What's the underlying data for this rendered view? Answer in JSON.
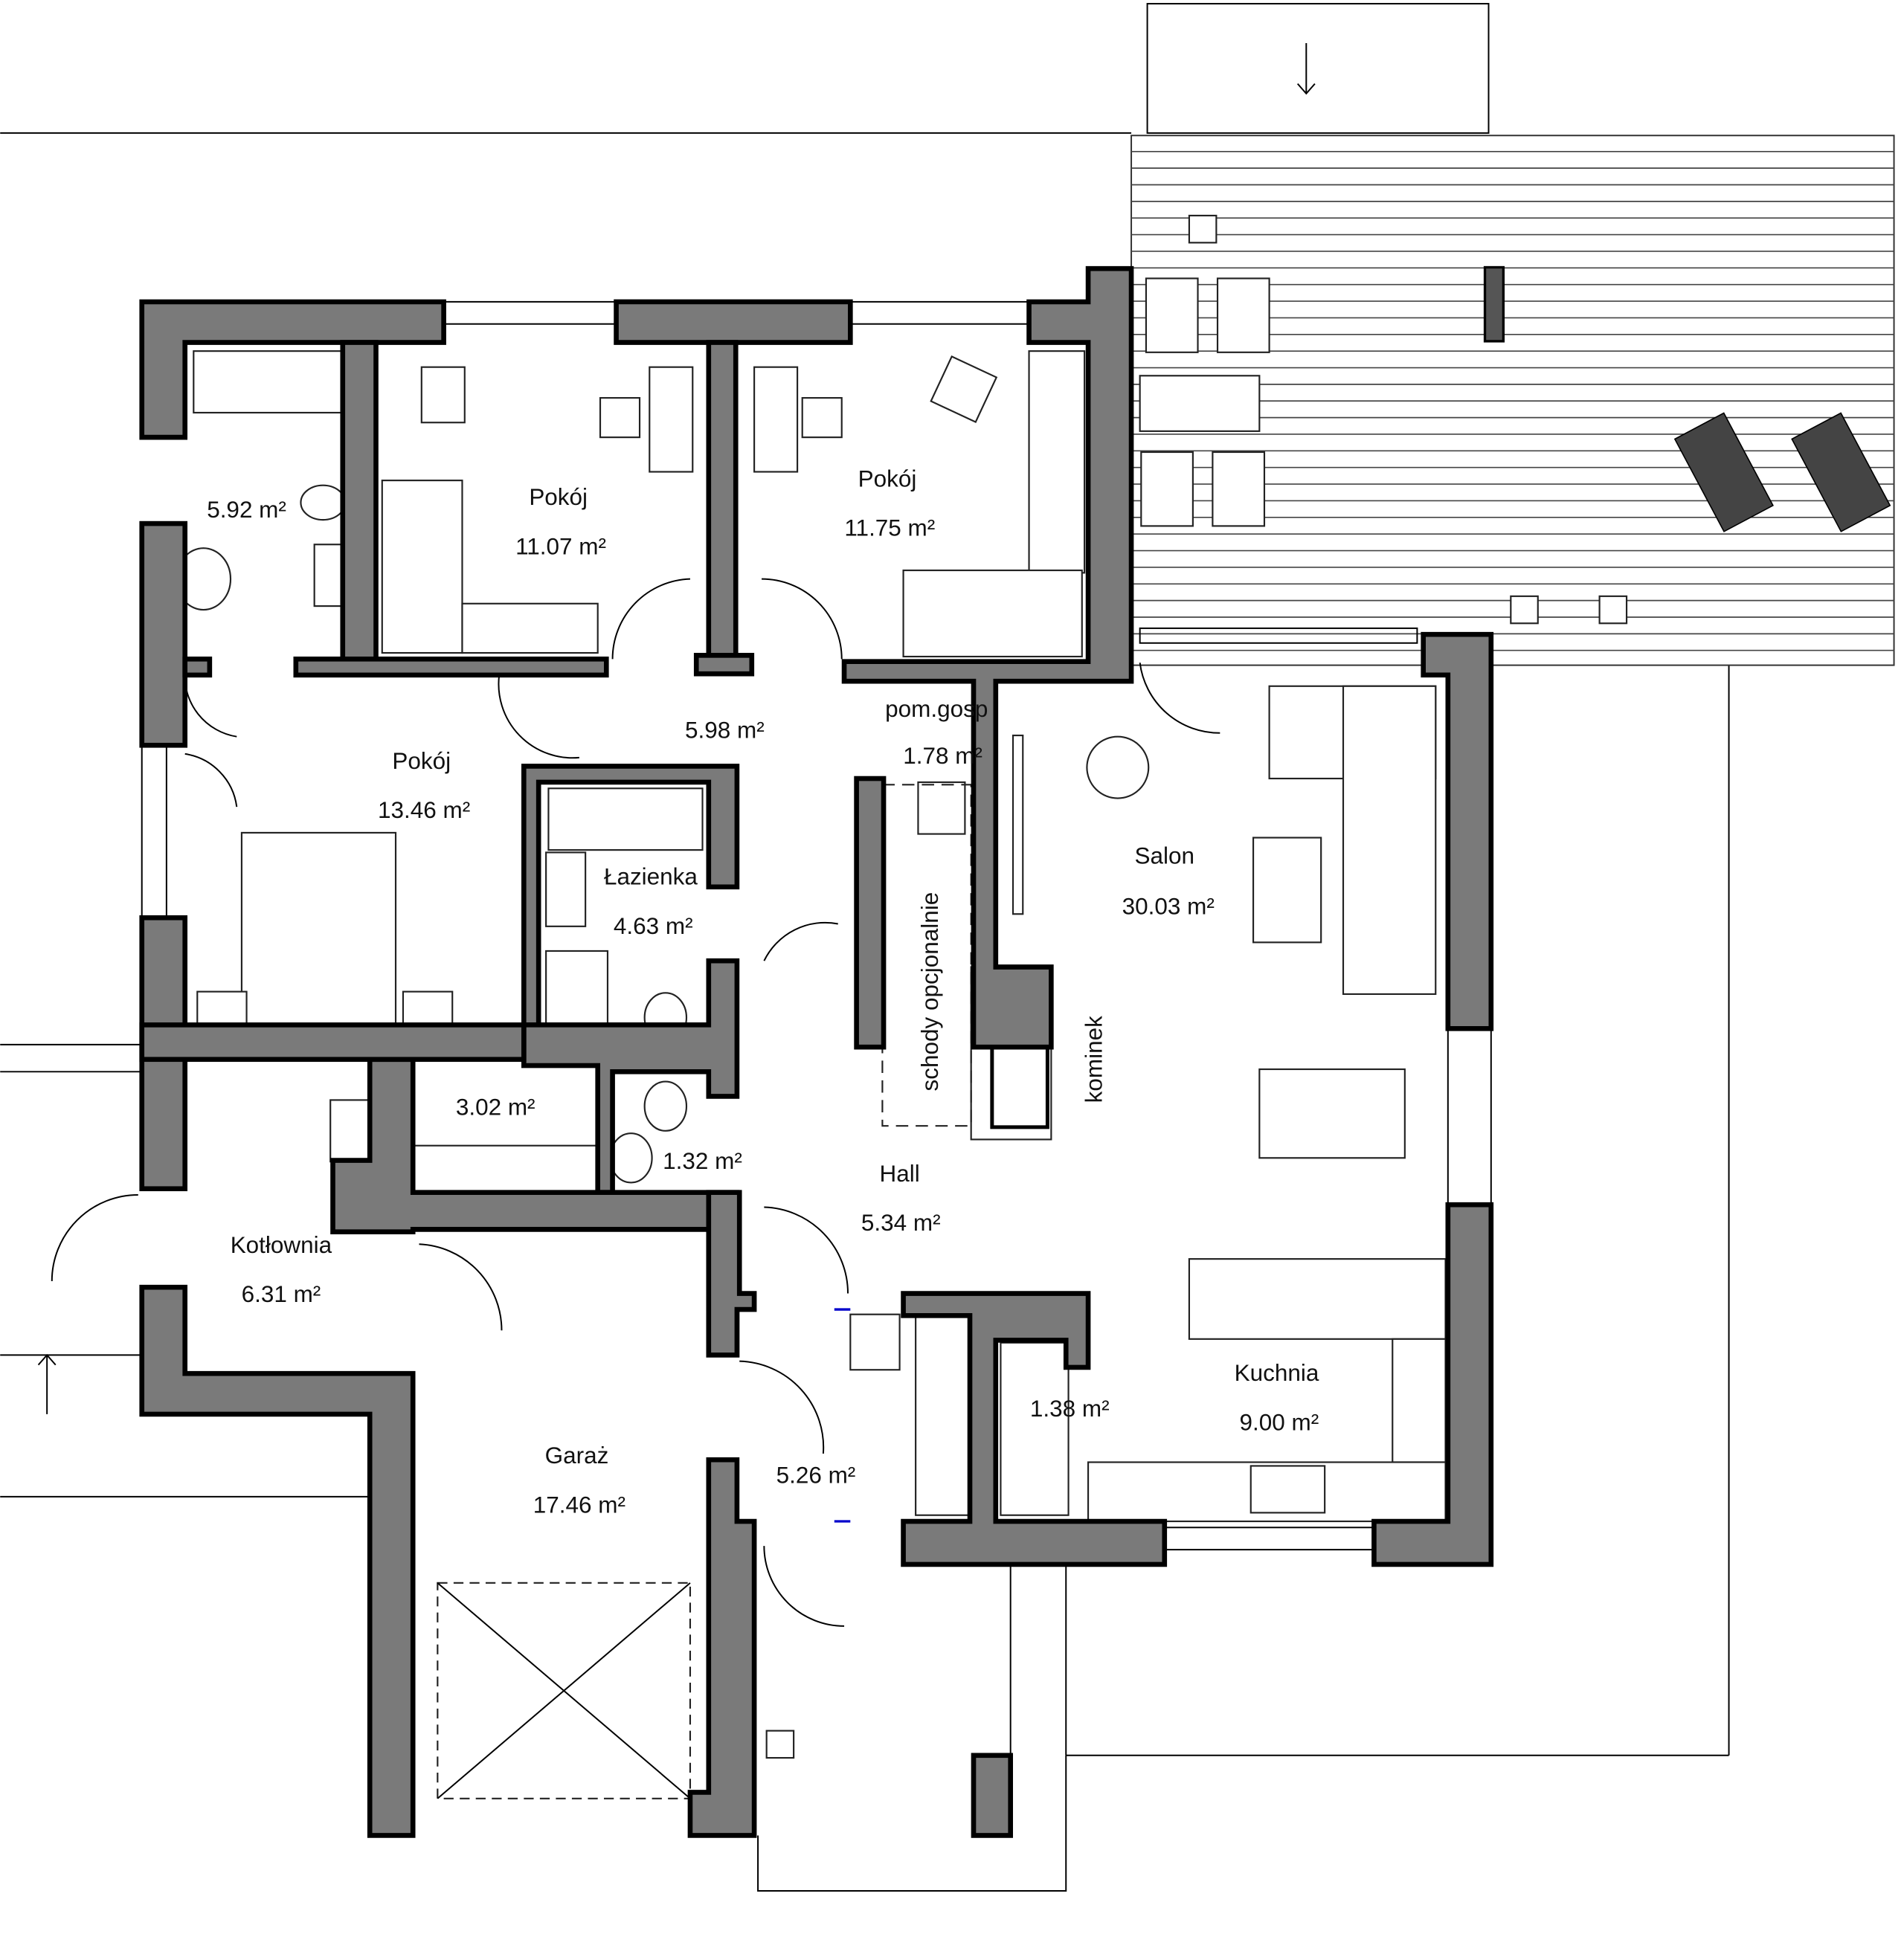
{
  "rooms": {
    "bath_small": {
      "area": "5.92 m²"
    },
    "room1": {
      "name": "Pokój",
      "area": "11.07 m²"
    },
    "room2": {
      "name": "Pokój",
      "area": "11.75 m²"
    },
    "corridor": {
      "area": "5.98 m²"
    },
    "utility": {
      "name": "pom.gosp",
      "area": "1.78 m²"
    },
    "room3": {
      "name": "Pokój",
      "area": "13.46 m²"
    },
    "bathroom": {
      "name": "Łazienka",
      "area": "4.63 m²"
    },
    "stairs": {
      "name": "schody opcjonalnie"
    },
    "fireplace": {
      "name": "kominek"
    },
    "salon": {
      "name": "Salon",
      "area": "30.03 m²"
    },
    "wardrobe": {
      "area": "3.02 m²"
    },
    "wc": {
      "area": "1.32 m²"
    },
    "hall": {
      "name": "Hall",
      "area": "5.34 m²"
    },
    "boiler": {
      "name": "Kotłownia",
      "area": "6.31 m²"
    },
    "kitchen": {
      "name": "Kuchnia",
      "area": "9.00 m²"
    },
    "pantry": {
      "area": "1.38 m²"
    },
    "garage": {
      "name": "Garaż",
      "area": "17.46 m²"
    },
    "vestibule": {
      "area": "5.26 m²"
    }
  },
  "colors": {
    "wall": "#7a7a7a",
    "outline": "#000000",
    "accent": "#0000cc"
  }
}
